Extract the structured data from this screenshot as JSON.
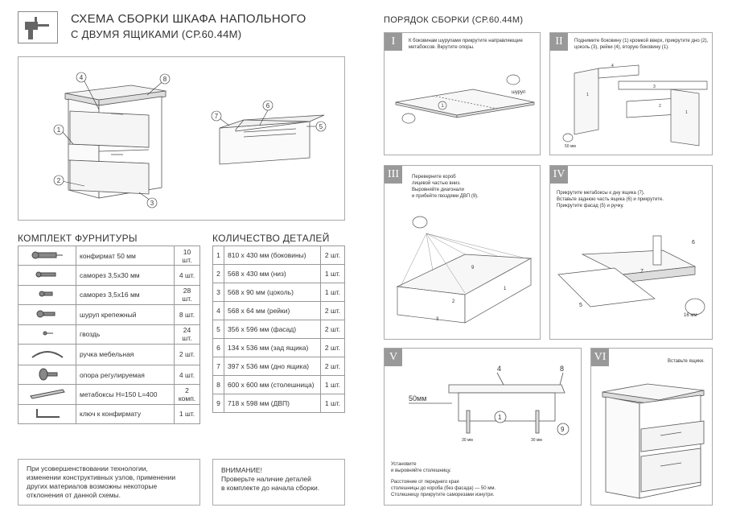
{
  "header": {
    "title_line1": "СХЕМА СБОРКИ ШКАФА НАПОЛЬНОГО",
    "title_line2": "С ДВУМЯ ЯЩИКАМИ (СР.60.44М)",
    "order_title": "ПОРЯДОК СБОРКИ (СР.60.44М)"
  },
  "overview_callouts": [
    "1",
    "2",
    "3",
    "4",
    "8",
    "5",
    "6",
    "7"
  ],
  "hardware": {
    "title": "КОМПЛЕКТ ФУРНИТУРЫ",
    "rows": [
      {
        "icon": "confirmat-screw-icon",
        "name": "конфирмат 50 мм",
        "qty": "10 шт."
      },
      {
        "icon": "screw-3-5x30-icon",
        "name": "саморез 3,5х30 мм",
        "qty": "4 шт."
      },
      {
        "icon": "screw-3-5x16-icon",
        "name": "саморез 3,5х16 мм",
        "qty": "28 шт."
      },
      {
        "icon": "fixing-screw-icon",
        "name": "шуруп крепежный",
        "qty": "8 шт."
      },
      {
        "icon": "nail-icon",
        "name": "гвоздь",
        "qty": "24 шт."
      },
      {
        "icon": "furniture-handle-icon",
        "name": "ручка мебельная",
        "qty": "2 шт."
      },
      {
        "icon": "adjustable-foot-icon",
        "name": "опора регулируемая",
        "qty": "4 шт."
      },
      {
        "icon": "metabox-icon",
        "name": "метабоксы Н=150 L=400",
        "qty": "2 комп."
      },
      {
        "icon": "allen-key-icon",
        "name": "ключ к конфирмату",
        "qty": "1 шт."
      }
    ]
  },
  "parts": {
    "title": "КОЛИЧЕСТВО ДЕТАЛЕЙ",
    "rows": [
      {
        "n": "1",
        "size": "810 х 430 мм (боковины)",
        "qty": "2 шт."
      },
      {
        "n": "2",
        "size": "568 х 430 мм (низ)",
        "qty": "1 шт."
      },
      {
        "n": "3",
        "size": "568 х 90 мм (цоколь)",
        "qty": "1 шт."
      },
      {
        "n": "4",
        "size": "568 х 64 мм (рейки)",
        "qty": "2 шт."
      },
      {
        "n": "5",
        "size": "356 х 596 мм (фасад)",
        "qty": "2 шт."
      },
      {
        "n": "6",
        "size": "134 х 536 мм (зад ящика)",
        "qty": "2 шт."
      },
      {
        "n": "7",
        "size": "397 х 536 мм (дно ящика)",
        "qty": "2 шт."
      },
      {
        "n": "8",
        "size": "600 х 600 мм (столешница)",
        "qty": "1 шт."
      },
      {
        "n": "9",
        "size": "718 х 598 мм (ДВП)",
        "qty": "1 шт."
      }
    ]
  },
  "notes": {
    "improvement": [
      "При усовершенствовании технологии,",
      "изменении конструктивных узлов, применении",
      "других материалов возможны некоторые",
      "отклонения от данной схемы."
    ],
    "warning": [
      "ВНИМАНИЕ!",
      "Проверьте наличие деталей",
      "в комплекте до начала сборки."
    ]
  },
  "steps": [
    {
      "num": "I",
      "text": [
        "К боковинам шурупами прикрутите направляющие",
        "метабоксов. Вкрутите опоры."
      ],
      "labels": [
        "шуруп",
        "1"
      ]
    },
    {
      "num": "II",
      "text": [
        "Поднимите боковину (1) кромкой вверх, прикрутите дно (2),",
        "цоколь (3), рейки (4), вторую боковину (1)."
      ],
      "labels": [
        "4",
        "1",
        "3",
        "2",
        "1",
        "50 мм"
      ]
    },
    {
      "num": "III",
      "text": [
        "Переверните короб",
        "лицевой частью вниз.",
        "Выровняйте диагонали",
        "и прибейте гвоздями ДВП (9)."
      ],
      "labels": [
        "9",
        "1",
        "2",
        "3"
      ]
    },
    {
      "num": "IV",
      "text": [
        "Прикрутите метабоксы к дну ящика (7).",
        "Вставьте заднюю часть ящика (6) и прикрутите.",
        "Прикрутите фасад (5) и ручку."
      ],
      "labels": [
        "6",
        "7",
        "5",
        "16 мм"
      ]
    },
    {
      "num": "V",
      "text": [
        "Установите",
        "и выровняйте столешницу.",
        "",
        "Расстояние от переднего края",
        "столешницы до короба (без фасада) — 50 мм.",
        "Столешницу прикрутите саморезами изнутри."
      ],
      "labels": [
        "4",
        "8",
        "50мм",
        "1",
        "9",
        "30 мм",
        "30 мм"
      ]
    },
    {
      "num": "VI",
      "text": [
        "Вставьте ящики."
      ],
      "labels": []
    }
  ],
  "colors": {
    "frame": "#aaaaaa",
    "badge": "#999999",
    "line": "#555555"
  }
}
